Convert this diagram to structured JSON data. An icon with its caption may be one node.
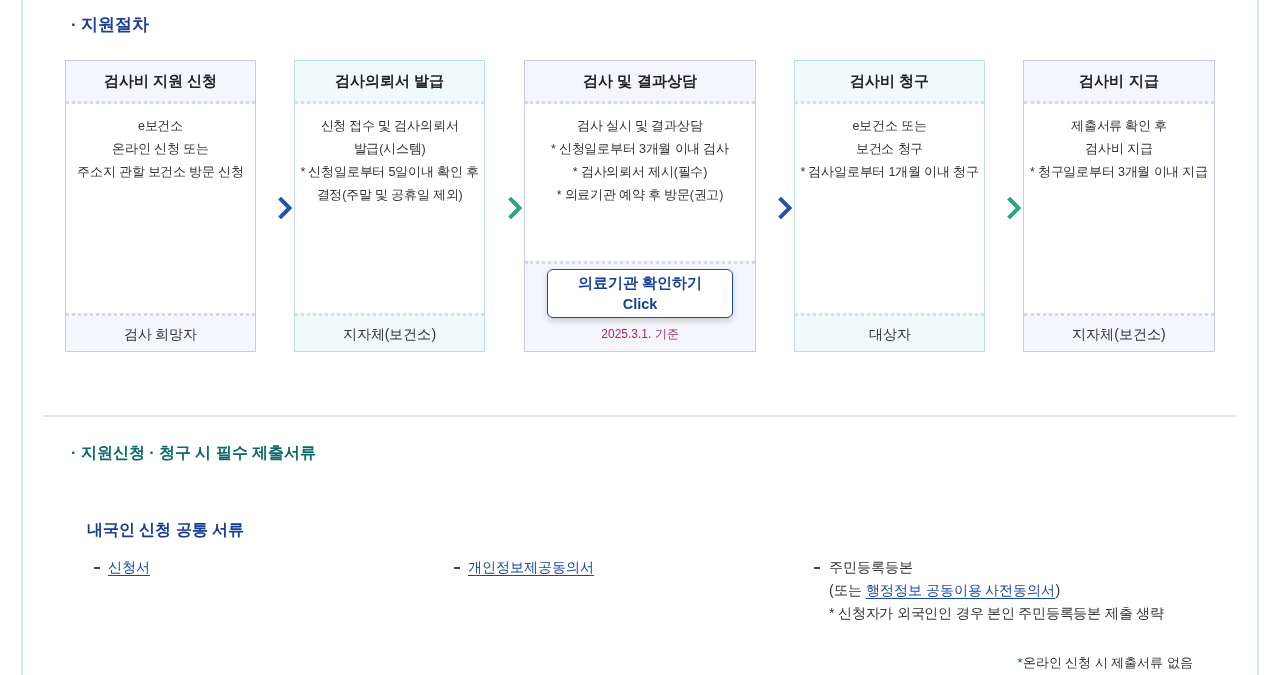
{
  "diagram": {
    "title": "· 지원절차",
    "nodes": [
      {
        "text": [
          "검사비 지원 신청",
          "e보건소",
          "온라인 신청 또는",
          "주소지 관할 보건소 방문 신청",
          "검사 희망자"
        ]
      },
      {
        "text": [
          "검사의뢰서 발급",
          "신청 접수 및 검사의뢰서 발급(시스템)",
          "* 신청일로부터 5일이내 확인 후 결정(주말 및 공휴일 제외)",
          "지자체(보건소)"
        ]
      },
      {
        "text": [
          "검사 및 결과상담",
          "검사 실시 및 결과상담",
          "* 신청일로부터 3개월 이내 검사",
          "* 검사의뢰서 제시(필수)",
          "* 의료기관 예약 후 방문(권고)"
        ]
      },
      {
        "text": [
          "의료기관 확인하기",
          "Click"
        ],
        "in": 2,
        "beside": [
          "2025.3.1. 기준"
        ]
      },
      {
        "text": [
          "검사비 청구",
          "e보건소 또는",
          "보건소 청구",
          "* 검사일로부터 1개월 이내 청구",
          "대상자"
        ]
      },
      {
        "text": [
          "검사비 지급",
          "제출서류 확인 후",
          "검사비 지급",
          "* 청구일로부터 3개월 이내 지급",
          "지자체(보건소)"
        ]
      }
    ],
    "edges": [
      {
        "from": 0,
        "to": 1,
        "arrow": "to",
        "color": "#2350b5"
      },
      {
        "from": 1,
        "to": 2,
        "arrow": "to",
        "color": "#27a884"
      },
      {
        "from": 2,
        "to": 4,
        "arrow": "to",
        "color": "#2350b5"
      },
      {
        "from": 4,
        "to": 5,
        "arrow": "to",
        "color": "#27a884"
      }
    ],
    "labels": [
      "· 지원신청 · 청구 시 필수 제출서류",
      "내국인 신청 공통 서류",
      "신청서",
      "개인정보제공동의서",
      "주민등록등본",
      "(또는",
      "행정정보 공동이용 사전동의서",
      ")",
      "* 신청자가 외국인인 경우 본인 주민등록등본 제출 생략",
      "*",
      "온라인 신청 시 제출서류 없음"
    ]
  }
}
